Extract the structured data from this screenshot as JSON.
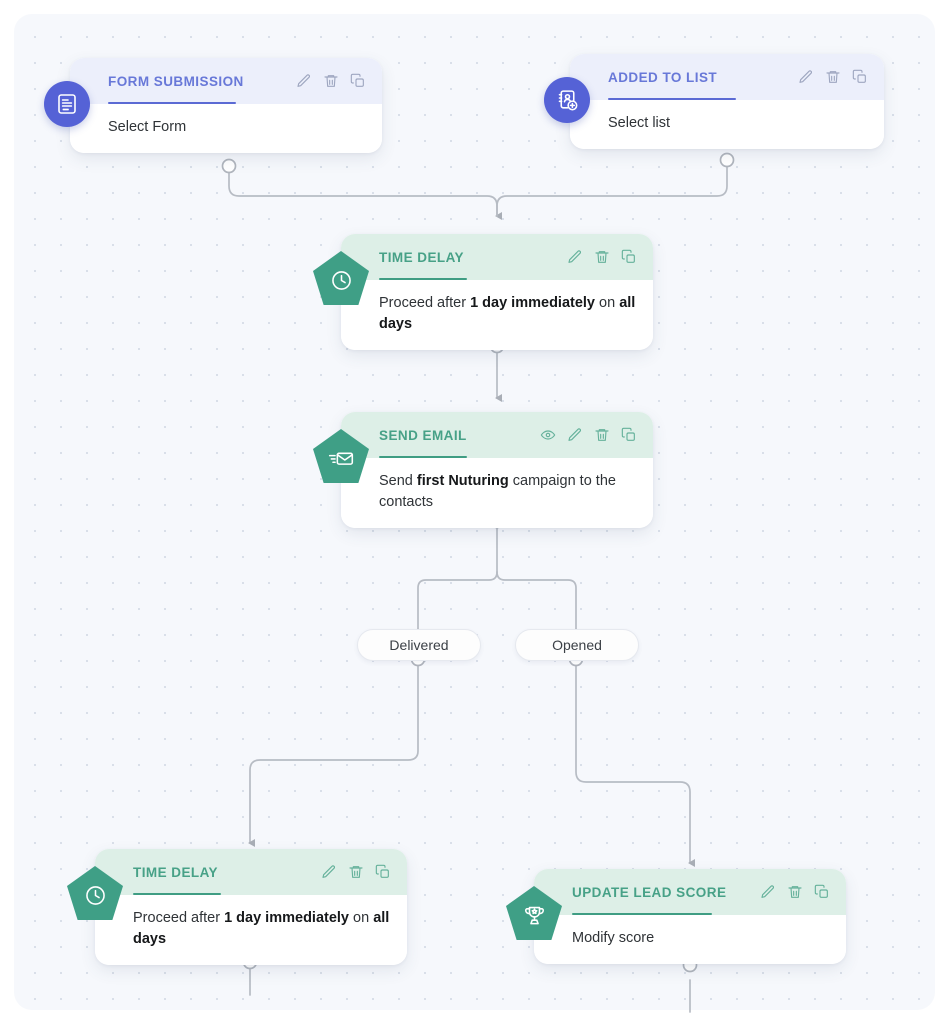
{
  "canvas": {
    "background": "#f6f8fc",
    "dot_color": "#d9dfe9",
    "accent_blue": "#5562d6",
    "accent_teal": "#3f9f86",
    "header_blue_bg": "#eceffb",
    "header_teal_bg": "#ddefe7",
    "title_blue": "#6878d8",
    "title_teal": "#47a187",
    "edge_color": "#b7bcc4"
  },
  "nodes": [
    {
      "id": "form-submission",
      "title": "FORM SUBMISSION",
      "body": "Select Form",
      "icon": "form-document-icon",
      "variant": "blue",
      "badge": "circle",
      "actions": [
        "edit-icon",
        "delete-icon",
        "duplicate-icon"
      ]
    },
    {
      "id": "added-to-list",
      "title": "ADDED TO LIST",
      "body": "Select list",
      "icon": "add-contact-to-list-icon",
      "variant": "blue",
      "badge": "circle",
      "actions": [
        "edit-icon",
        "delete-icon",
        "duplicate-icon"
      ]
    },
    {
      "id": "time-delay-1",
      "title": "TIME DELAY",
      "body_parts": [
        {
          "text": "Proceed after ",
          "bold": false
        },
        {
          "text": "1 day immediately",
          "bold": true
        },
        {
          "text": " on ",
          "bold": false
        },
        {
          "text": "all days",
          "bold": true
        }
      ],
      "icon": "clock-icon",
      "variant": "teal",
      "badge": "pentagon",
      "actions": [
        "edit-icon",
        "delete-icon",
        "duplicate-icon"
      ]
    },
    {
      "id": "send-email",
      "title": "SEND EMAIL",
      "body_parts": [
        {
          "text": "Send ",
          "bold": false
        },
        {
          "text": "first Nuturing",
          "bold": true
        },
        {
          "text": " campaign to the contacts",
          "bold": false
        }
      ],
      "icon": "send-envelope-icon",
      "variant": "teal",
      "badge": "pentagon",
      "actions": [
        "preview-icon",
        "edit-icon",
        "delete-icon",
        "duplicate-icon"
      ]
    },
    {
      "id": "time-delay-2",
      "title": "TIME DELAY",
      "body_parts": [
        {
          "text": "Proceed after ",
          "bold": false
        },
        {
          "text": "1 day immediately",
          "bold": true
        },
        {
          "text": " on ",
          "bold": false
        },
        {
          "text": "all days",
          "bold": true
        }
      ],
      "icon": "clock-icon",
      "variant": "teal",
      "badge": "pentagon",
      "actions": [
        "edit-icon",
        "delete-icon",
        "duplicate-icon"
      ]
    },
    {
      "id": "update-lead-score",
      "title": "UPDATE LEAD SCORE",
      "body": "Modify score",
      "icon": "trophy-icon",
      "variant": "teal",
      "badge": "pentagon",
      "actions": [
        "edit-icon",
        "delete-icon",
        "duplicate-icon"
      ]
    }
  ],
  "branches": [
    {
      "id": "branch-delivered",
      "label": "Delivered"
    },
    {
      "id": "branch-opened",
      "label": "Opened"
    }
  ]
}
